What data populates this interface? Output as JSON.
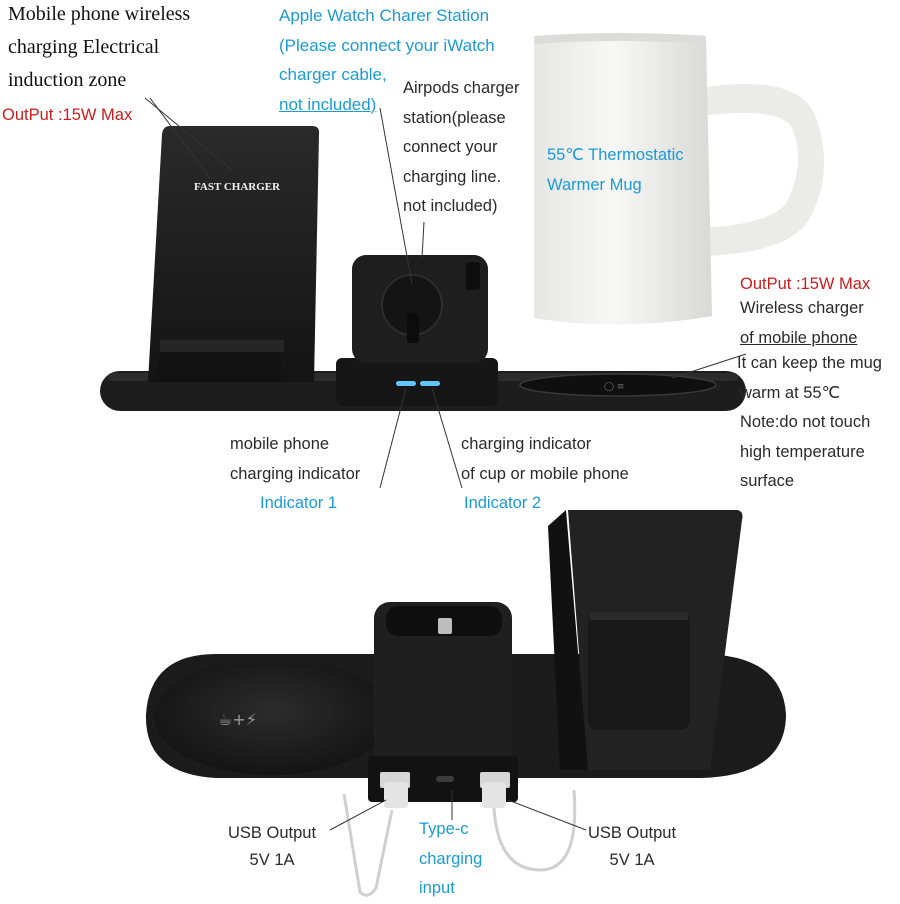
{
  "colors": {
    "label_blue": "#1b9bd6",
    "label_red": "#cc1d1d",
    "device_black": "#1c1c1c",
    "mug_white": "#f1f1ef",
    "indicator_blue": "#5fc6ff"
  },
  "labels": {
    "phone_zone": [
      "Mobile phone wireless",
      "charging Electrical",
      "induction zone"
    ],
    "phone_output": "OutPut :15W Max",
    "watch_station": [
      "Apple Watch Charer Station",
      "(Please connect your iWatch",
      "charger cable,",
      "not included)"
    ],
    "airpods_station": [
      "Airpods charger",
      "station(please",
      "connect your",
      "charging line.",
      "not included)"
    ],
    "mug": [
      "55℃ Thermostatic",
      "Warmer Mug"
    ],
    "mug_output": "OutPut :15W Max",
    "mug_charger": [
      "Wireless charger",
      "of mobile phone",
      "It can keep the mug",
      "warm at 55℃",
      "Note:do not touch",
      "high temperature",
      "surface"
    ],
    "indicator1": [
      "mobile phone",
      "charging indicator",
      "Indicator 1"
    ],
    "indicator2": [
      "charging indicator",
      "of cup or mobile phone",
      "Indicator 2"
    ],
    "usb_left": [
      "USB Output",
      "5V 1A"
    ],
    "usb_right": [
      "USB Output",
      "5V 1A"
    ],
    "typec": [
      "Type-c",
      "charging",
      "input"
    ]
  },
  "device_text": {
    "fast_charger": "FAST CHARGER",
    "pad_icon": "☕+⚡"
  }
}
